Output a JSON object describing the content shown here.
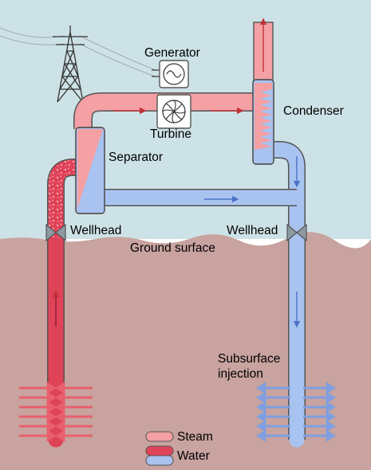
{
  "labels": {
    "generator": "Generator",
    "turbine": "Turbine",
    "condenser": "Condenser",
    "separator": "Separator",
    "wellhead_left": "Wellhead",
    "wellhead_right": "Wellhead",
    "ground_surface": "Ground surface",
    "subsurface_line1": "Subsurface",
    "subsurface_line2": "injection"
  },
  "legend": [
    {
      "label": "Steam",
      "color": "#f4a0a4"
    },
    {
      "label": "Water",
      "color": "#df4358"
    },
    {
      "label": "",
      "color": "#a9c3f0"
    }
  ],
  "legend_label_water": "Water",
  "colors": {
    "sky": "#cde2e6",
    "ground": "#c8a39f",
    "steam": "#f4a0a4",
    "hot_water": "#df4358",
    "cold_water": "#a9c3f0",
    "arrow_steam": "#c0303a",
    "arrow_water": "#8a1f2f",
    "arrow_cold": "#4a72c8",
    "valve": "#8e9aa2",
    "tower": "#333333"
  },
  "icons": {
    "generator": "sine-wave-icon",
    "turbine": "turbine-rotor-icon",
    "valve": "valve-icon",
    "pylon": "power-pylon-icon"
  }
}
